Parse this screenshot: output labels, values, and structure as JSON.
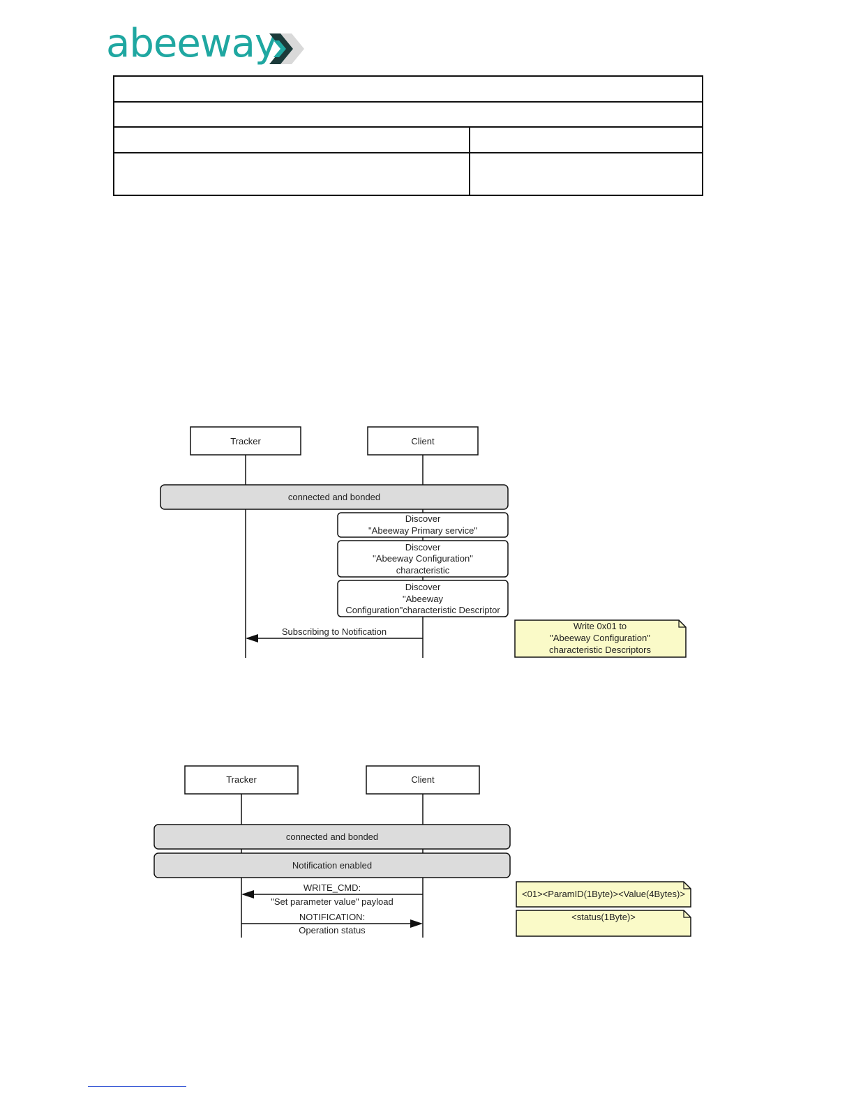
{
  "logo": {
    "text": "abeeway",
    "brand_color": "#1fa7a1",
    "chevron_dark": "#1b3a3a",
    "chevron_light": "#d9d9d9"
  },
  "header_table": {
    "rows": [
      [
        "",
        ""
      ],
      [
        "",
        ""
      ],
      [
        "",
        ""
      ],
      [
        "",
        ""
      ]
    ]
  },
  "diagram1": {
    "participants": [
      "Tracker",
      "Client"
    ],
    "bar": "connected and bonded",
    "boxes": [
      [
        "Discover",
        "\"Abeeway Primary service\""
      ],
      [
        "Discover",
        "\"Abeeway Configuration\"",
        "characteristic"
      ],
      [
        "Discover",
        "\"Abeeway",
        "Configuration\"characteristic Descriptor"
      ]
    ],
    "message": "Subscribing to Notification",
    "note": [
      "Write 0x01 to",
      "\"Abeeway Configuration\"",
      "characteristic Descriptors"
    ]
  },
  "diagram2": {
    "participants": [
      "Tracker",
      "Client"
    ],
    "bars": [
      "connected and bonded",
      "Notification enabled"
    ],
    "msg1": [
      "WRITE_CMD:",
      "\"Set parameter value\" payload"
    ],
    "msg2": [
      "NOTIFICATION:",
      "Operation status"
    ],
    "note1": "<01><ParamID(1Byte)><Value(4Bytes)>",
    "note2": "<status(1Byte)>"
  },
  "colors": {
    "bar_fill": "#dcdcdc",
    "note_fill": "#fafac8",
    "line": "#111111"
  }
}
